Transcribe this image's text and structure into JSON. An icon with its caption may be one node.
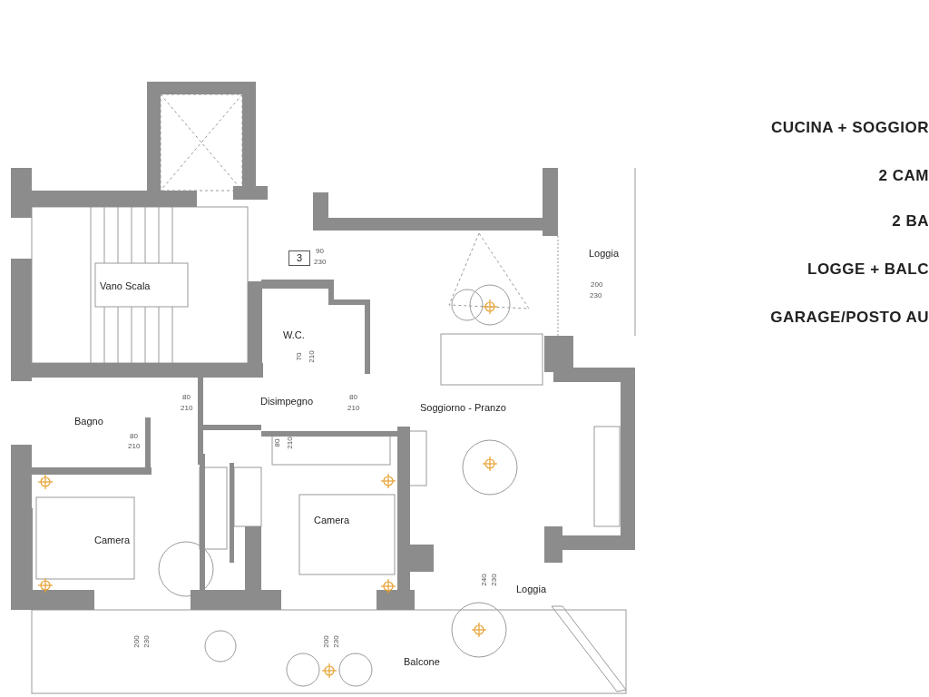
{
  "diagram": {
    "labels": [
      "CUCINA + SOGGIOR",
      "2 CAM",
      "2 BA",
      "LOGGE + BALC",
      "GARAGE/POSTO AU",
      "3",
      "90",
      "230",
      "Loggia",
      "200",
      "230",
      "Vano Scala",
      "W.C.",
      "70",
      "210",
      "Disimpegno",
      "80",
      "210",
      "80",
      "210",
      "Soggiorno - Pranzo",
      "Bagno",
      "80",
      "210",
      "80",
      "210",
      "Camera",
      "Camera",
      "Loggia",
      "240",
      "230",
      "200",
      "230",
      "200",
      "230",
      "Balcone"
    ]
  }
}
